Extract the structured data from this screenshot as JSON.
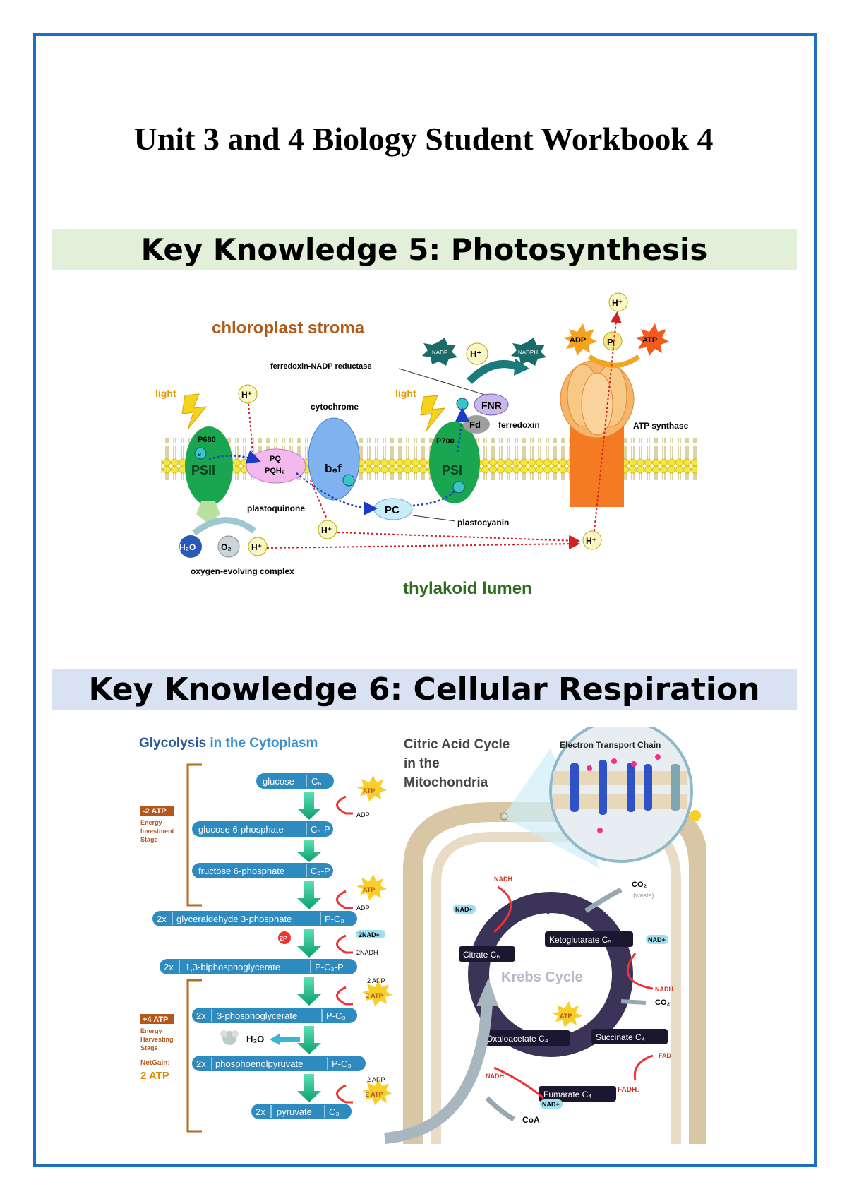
{
  "document": {
    "title": "Unit 3 and 4 Biology Student Workbook 4",
    "section1_heading": "Key Knowledge 5: Photosynthesis",
    "section2_heading": "Key Knowledge 6: Cellular Respiration"
  },
  "photosynthesis": {
    "stroma_label": "chloroplast stroma",
    "lumen_label": "thylakoid lumen",
    "light1": "light",
    "light2": "light",
    "p680": "P680",
    "psii": "PSII",
    "p700": "P700",
    "psi": "PSI",
    "pq": "PQ",
    "pqh2": "PQH₂",
    "plastoquinone": "plastoquinone",
    "cytochrome": "cytochrome",
    "b6f": "b₆f",
    "pc": "PC",
    "plastocyanin": "plastocyanin",
    "fd": "Fd",
    "ferredoxin": "ferredoxin",
    "fnr": "FNR",
    "fnr_full": "ferredoxin-NADP reductase",
    "nadp": "NADP",
    "nadph": "NADPH",
    "adp": "ADP",
    "pi": "Pᵢ",
    "atp": "ATP",
    "atp_synthase": "ATP synthase",
    "h2o": "H₂O",
    "o2": "O₂",
    "hplus": "H⁺",
    "electron": "e⁻",
    "oec": "oxygen-evolving complex"
  },
  "respiration": {
    "glycolysis_title_a": "Glycolysis",
    "glycolysis_title_b": " in the Cytoplasm",
    "cac_line1": "Citric Acid Cycle",
    "cac_line2": "in the",
    "cac_line3": "Mitochondria",
    "etc_title": "Electron Transport Chain",
    "invest_badge": "-2 ATP",
    "invest_text": [
      "Energy",
      "Investment",
      "Stage"
    ],
    "harvest_badge": "+4 ATP",
    "harvest_text": [
      "Energy",
      "Harvesting",
      "Stage"
    ],
    "net_gain_label": "NetGain:",
    "net_gain_value": "2 ATP",
    "steps": [
      {
        "mult": "",
        "name": "glucose",
        "formula": "C₆"
      },
      {
        "mult": "",
        "name": "glucose 6-phosphate",
        "formula": "C₆-P"
      },
      {
        "mult": "",
        "name": "fructose 6-phosphate",
        "formula": "C₆-P"
      },
      {
        "mult": "2x",
        "name": "glyceraldehyde 3-phosphate",
        "formula": "P-C₃"
      },
      {
        "mult": "2x",
        "name": "1,3-biphosphoglycerate",
        "formula": "P-C₃-P"
      },
      {
        "mult": "2x",
        "name": "3-phosphoglycerate",
        "formula": "P-C₃"
      },
      {
        "mult": "2x",
        "name": "phosphoenolpyruvate",
        "formula": "P-C₃"
      },
      {
        "mult": "2x",
        "name": "pyruvate",
        "formula": "C₃"
      }
    ],
    "atp": "ATP",
    "adp": "ADP",
    "two_nad": "2NAD+",
    "two_nadh": "2NADH",
    "two_p": "2P",
    "two_adp": "2 ADP",
    "two_atp": "2 ATP",
    "water": "H₂O",
    "krebs": {
      "title": "Krebs Cycle",
      "citrate": "Citrate C₆",
      "ketoglutarate": "Ketoglutarate C₅",
      "succinate": "Succinate C₄",
      "fumarate": "Fumarate C₄",
      "oxaloacetate": "Oxaloacetate C₄",
      "nad": "NAD+",
      "nadh": "NADH",
      "co2": "CO₂",
      "waste": "(waste)",
      "atp": "ATP",
      "fad": "FAD",
      "fadh2": "FADH₂",
      "coa": "CoA"
    }
  }
}
